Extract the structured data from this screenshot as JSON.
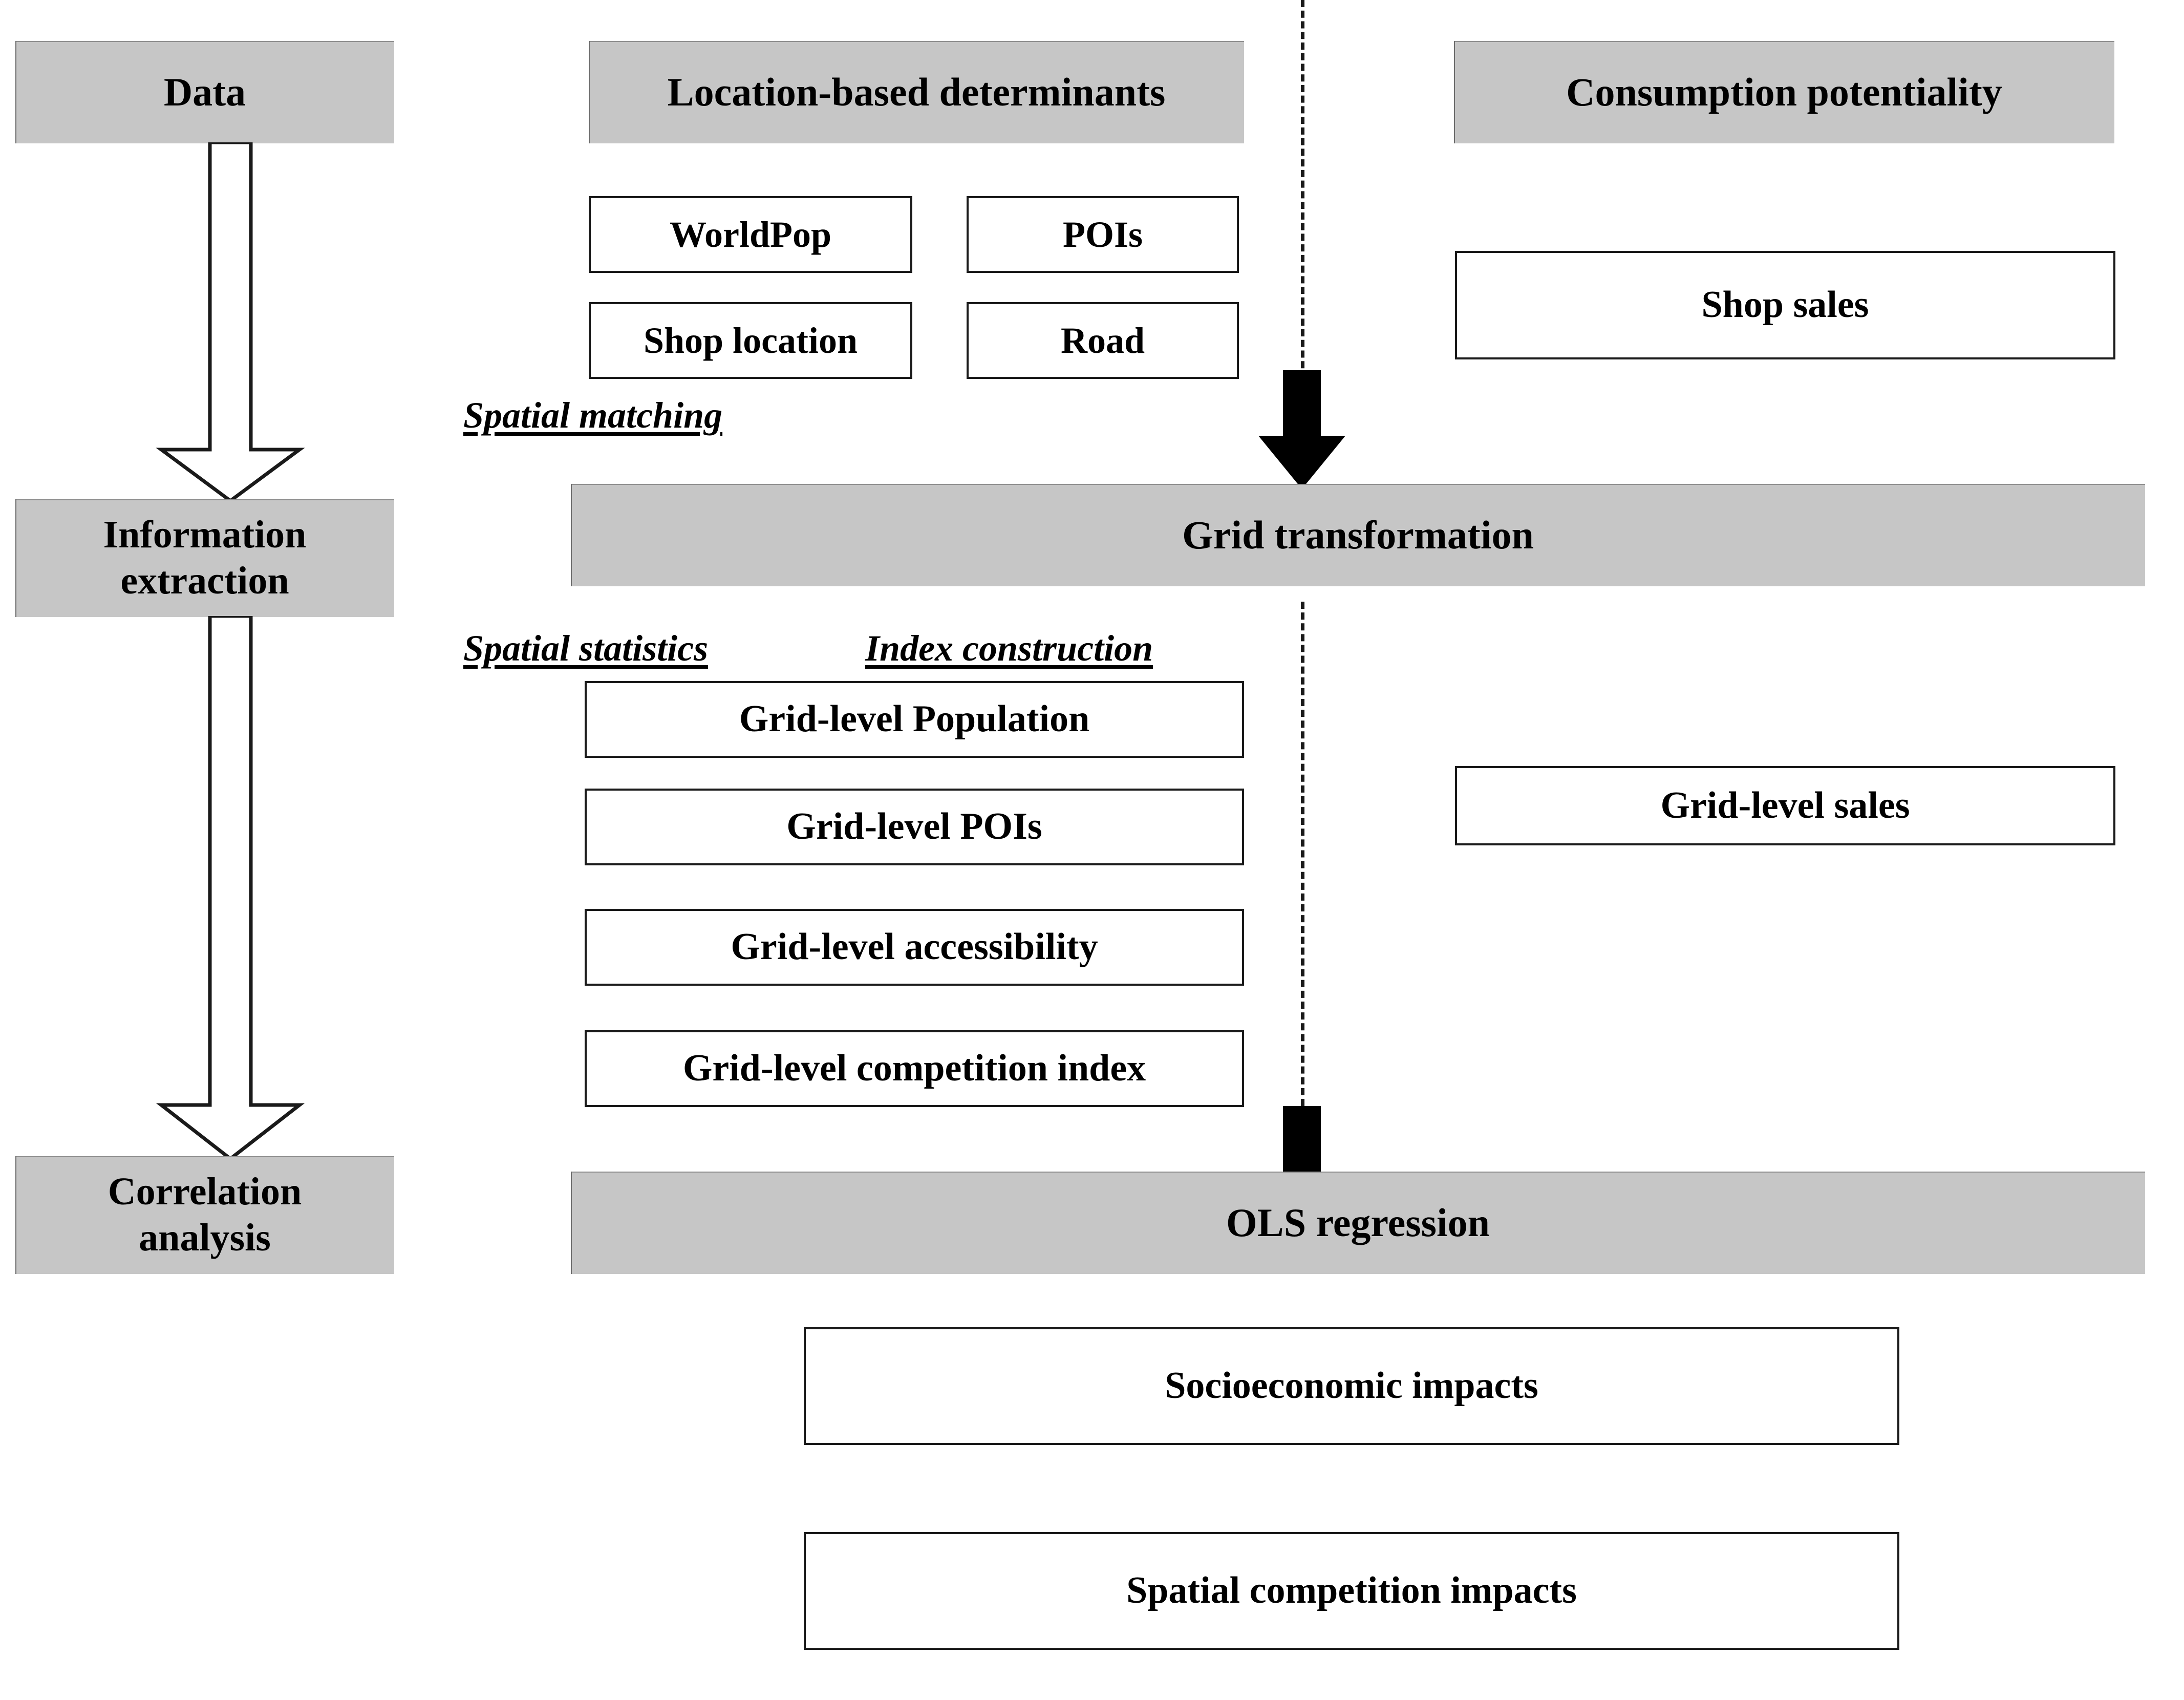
{
  "diagram": {
    "title": "Research framework flowchart",
    "colors": {
      "stage_fill": "#c6c6c6",
      "box_fill": "#ffffff",
      "stroke": "#1a1a1a",
      "text": "#000000"
    }
  },
  "left_column": {
    "stages": [
      {
        "label": "Data"
      },
      {
        "label": "Information\nextraction",
        "line1": "Information",
        "line2": "extraction"
      },
      {
        "label": "Correlation\nanalysis",
        "line1": "Correlation",
        "line2": "analysis"
      }
    ]
  },
  "middle_column": {
    "header": "Location-based determinants",
    "data_sources": [
      {
        "label": "WorldPop"
      },
      {
        "label": "POIs"
      },
      {
        "label": "Shop location"
      },
      {
        "label": "Road"
      }
    ],
    "annotations": {
      "spatial_matching": "Spatial matching",
      "spatial_statistics": "Spatial statistics",
      "index_construction": "Index construction"
    },
    "grid_variables": [
      {
        "label": "Grid-level Population"
      },
      {
        "label": "Grid-level POIs"
      },
      {
        "label": "Grid-level accessibility"
      },
      {
        "label": "Grid-level competition index"
      }
    ]
  },
  "right_column": {
    "header": "Consumption potentiality",
    "boxes": [
      {
        "label": "Shop sales"
      },
      {
        "label": "Grid-level sales"
      }
    ]
  },
  "process_bars": [
    {
      "label": "Grid transformation"
    },
    {
      "label": "OLS regression"
    }
  ],
  "outputs": [
    {
      "label": "Socioeconomic impacts"
    },
    {
      "label": "Spatial competition impacts"
    }
  ]
}
